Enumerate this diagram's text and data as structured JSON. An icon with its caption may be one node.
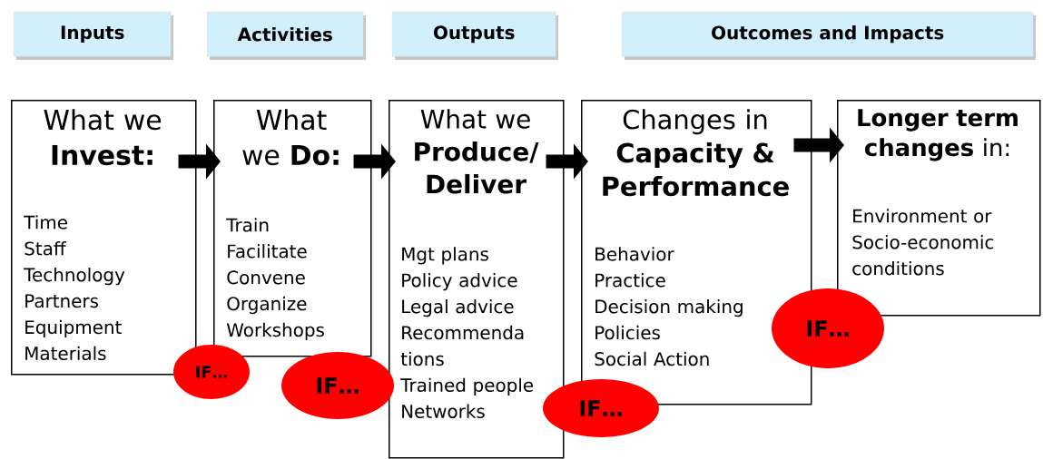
{
  "diagram": {
    "nodes": [
      {
        "text": [
          "Inputs"
        ]
      },
      {
        "text": [
          "Activities"
        ]
      },
      {
        "text": [
          "Outputs"
        ]
      },
      {
        "text": [
          "Outcomes and Impacts"
        ]
      },
      {
        "text": [
          "What we **Invest:**",
          "Time",
          "Staff",
          "Technology",
          "Partners",
          "Equipment",
          "Materials"
        ]
      },
      {
        "text": [
          "What we **Do:**",
          "Train",
          "Facilitate",
          "Convene",
          "Organize",
          "Workshops"
        ]
      },
      {
        "text": [
          "What we **Produce/ Deliver**",
          "Mgt plans",
          "Policy advice",
          "Legal advice",
          "Recommenda tions",
          "Trained people",
          "Networks"
        ]
      },
      {
        "text": [
          "Changes in **Capacity & Performance**",
          "Behavior",
          "Practice",
          "Decision making",
          "Policies",
          "Social Action"
        ]
      },
      {
        "text": [
          "**Longer term changes** in:",
          "Environment or Socio-economic conditions"
        ]
      },
      {
        "text": [
          "IF…"
        ]
      },
      {
        "text": [
          "IF…"
        ]
      },
      {
        "text": [
          "IF…"
        ]
      },
      {
        "text": [
          "IF…"
        ]
      }
    ],
    "edges": [
      {
        "from": 4,
        "to": 5,
        "arrow": "to"
      },
      {
        "from": 5,
        "to": 6,
        "arrow": "to"
      },
      {
        "from": 6,
        "to": 7,
        "arrow": "to"
      },
      {
        "from": 7,
        "to": 8,
        "arrow": "to"
      }
    ]
  }
}
